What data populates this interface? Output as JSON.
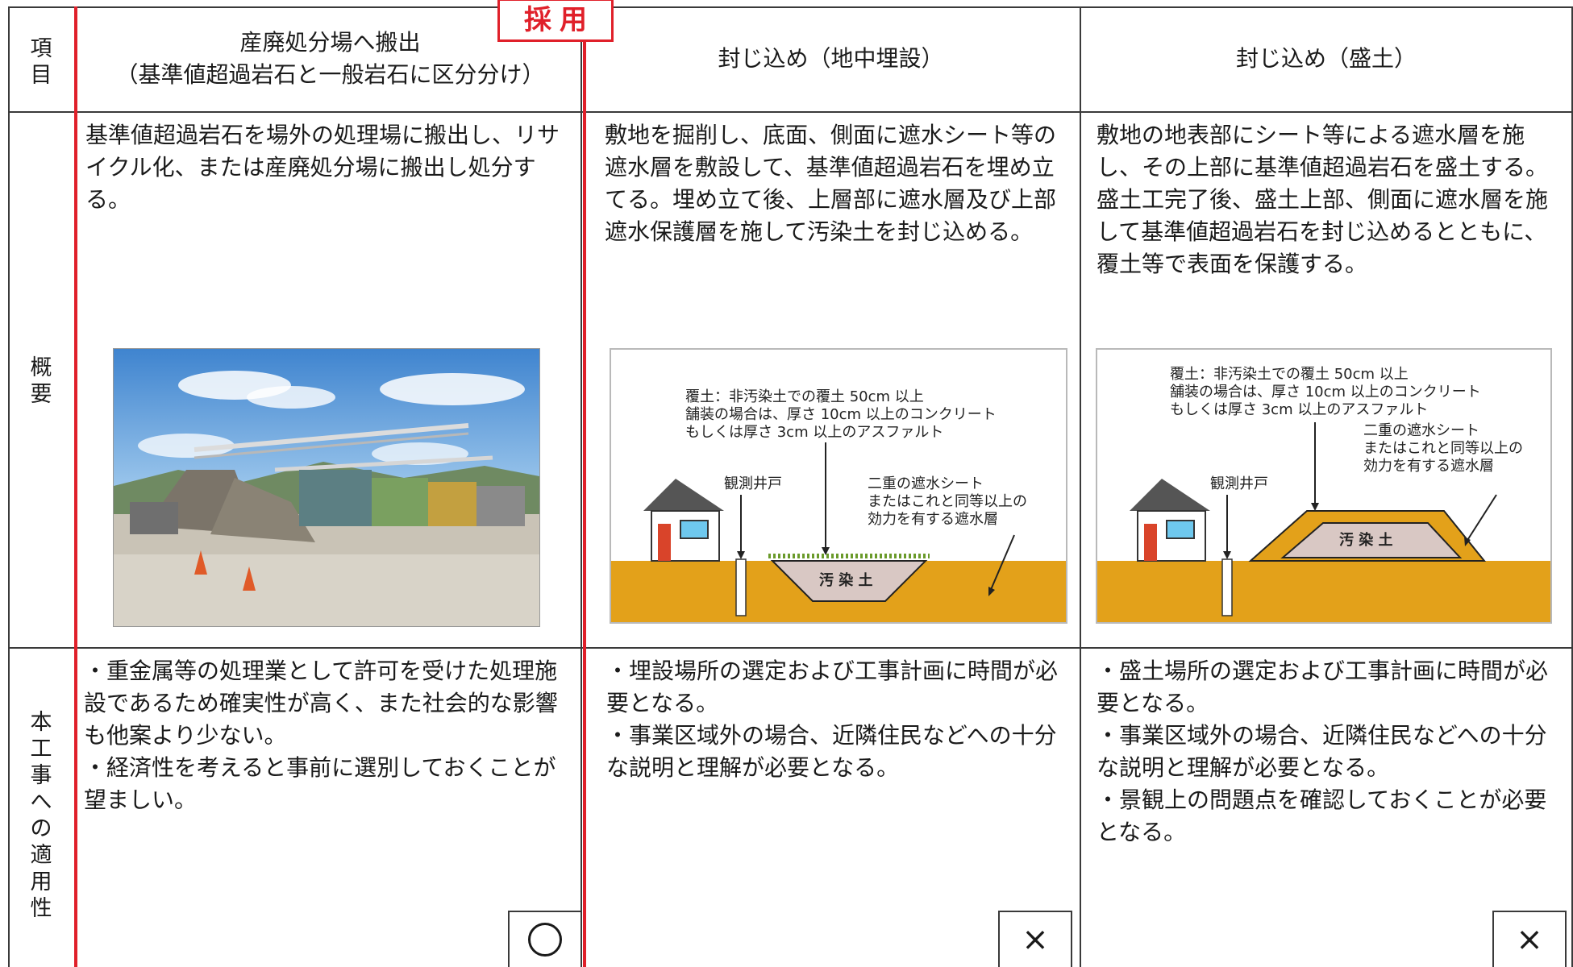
{
  "header": {
    "item_label": "項\n目",
    "col1_title_line1": "産廃処分場へ搬出",
    "col1_title_line2": "（基準値超過岩石と一般岩石に区分分け）",
    "col2_title": "封じ込め（地中埋設）",
    "col3_title": "封じ込め（盛土）",
    "adopted_badge": "採用"
  },
  "rows": {
    "overview_label": "概\n要",
    "applicability_label": "本\n工\n事\nへ\nの\n適\n用\n性"
  },
  "overview": {
    "col1": "基準値超過岩石を場外の処理場に搬出し、リサイクル化、または産廃処分場に搬出し処分する。",
    "col2": "敷地を掘削し、底面、側面に遮水シート等の遮水層を敷設して、基準値超過岩石を埋め立てる。埋め立て後、上層部に遮水層及び上部遮水保護層を施して汚染土を封じ込める。",
    "col3_p1": "敷地の地表部にシート等による遮水層を施し、その上部に基準値超過岩石を盛土する。",
    "col3_p2": "盛土工完了後、盛土上部、側面に遮水層を施して基準値超過岩石を封じ込めるとともに、覆土等で表面を保護する。"
  },
  "figure_labels": {
    "cover_line1": "覆土：非汚染土での覆土 50cm 以上",
    "cover_line2": "舗装の場合は、厚さ 10cm 以上のコンクリート",
    "cover_line3": "もしくは厚さ 3cm 以上のアスファルト",
    "well": "観測井戸",
    "sheet_line1": "二重の遮水シート",
    "sheet_line2": "またはこれと同等以上の",
    "sheet_line3": "効力を有する遮水層",
    "contaminated_soil": "汚 染 土"
  },
  "applicability": {
    "col1_p1": "・重金属等の処理業として許可を受けた処理施設であるため確実性が高く、また社会的な影響も他案より少ない。",
    "col1_p2": "・経済性を考えると事前に選別しておくことが望ましい。",
    "col2_p1": "・埋設場所の選定および工事計画に時間が必要となる。",
    "col2_p2": "・事業区域外の場合、近隣住民などへの十分な説明と理解が必要となる。",
    "col3_p1": "・盛土場所の選定および工事計画に時間が必要となる。",
    "col3_p2": "・事業区域外の場合、近隣住民などへの十分な説明と理解が必要となる。",
    "col3_p3": "・景観上の問題点を確認しておくことが必要となる。"
  },
  "marks": {
    "col1": "circle",
    "col2": "×",
    "col3": "×"
  },
  "colors": {
    "adopted_red": "#e0202a",
    "ground": "#e3a11a",
    "house_roof": "#555555",
    "house_door": "#d9442a",
    "house_window": "#6ec8ee"
  }
}
